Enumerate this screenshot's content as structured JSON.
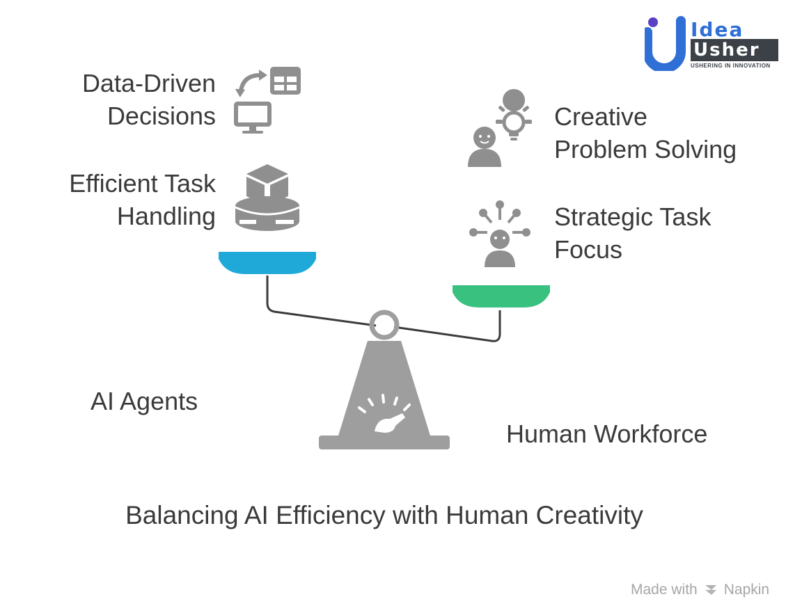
{
  "logo": {
    "word_top": "Idea",
    "word_bottom": "Usher",
    "tagline": "USHERING IN INNOVATION",
    "colors": {
      "blue": "#2f6fd6",
      "dark": "#3c4148"
    }
  },
  "left_side": {
    "items": [
      {
        "line1": "Data-Driven",
        "line2": "Decisions",
        "icon": "data-exchange-icon"
      },
      {
        "line1": "Efficient Task",
        "line2": "Handling",
        "icon": "server-stack-icon"
      }
    ],
    "group_label": "AI Agents",
    "pan_color": "#1fa9d9"
  },
  "right_side": {
    "items": [
      {
        "line1": "Creative",
        "line2": "Problem Solving",
        "icon": "idea-person-icon"
      },
      {
        "line1": "Strategic Task",
        "line2": "Focus",
        "icon": "network-person-icon"
      }
    ],
    "group_label": "Human Workforce",
    "pan_color": "#39c17f"
  },
  "scale": {
    "color": "#9e9e9e",
    "icon": "balance-scale-icon"
  },
  "caption": "Balancing AI Efficiency with Human Creativity",
  "credit": {
    "prefix": "Made with",
    "brand": "Napkin",
    "icon": "napkin-logo-icon"
  }
}
